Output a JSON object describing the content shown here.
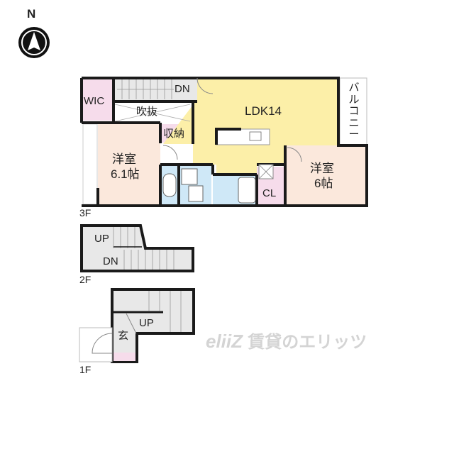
{
  "compass": {
    "label": "N"
  },
  "floors": {
    "f3": {
      "label": "3F"
    },
    "f2": {
      "label": "2F"
    },
    "f1": {
      "label": "1F"
    }
  },
  "rooms": {
    "wic": "WIC",
    "stairs_dn_3f": "DN",
    "fukinuke": "吹抜",
    "shuno": "収納",
    "ldk": "LDK14",
    "balcony": "バルコニー",
    "western_room_left_name": "洋室",
    "western_room_left_size": "6.1帖",
    "western_room_right_name": "洋室",
    "western_room_right_size": "6帖",
    "closet": "CL",
    "stairs_up_2f": "UP",
    "stairs_dn_2f": "DN",
    "genkan": "玄",
    "stairs_up_1f": "UP"
  },
  "colors": {
    "ldk": "#fcefa8",
    "western": "#fbe8dc",
    "storage": "#f6dceb",
    "wet": "#cfe8f7",
    "stairs": "#e8e8e8",
    "wall": "#1a1a1a"
  },
  "watermark": {
    "logo": "eliiZ",
    "text": "賃貸のエリッツ"
  }
}
